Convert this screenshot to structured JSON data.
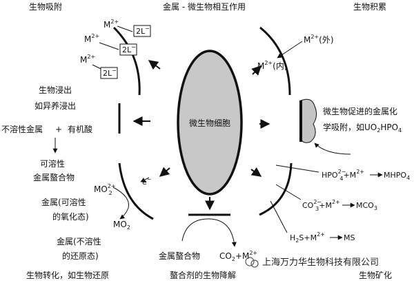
{
  "diagram": {
    "title_top_left": "生物吸附",
    "title_top_center": "金属 - 微生物相互作用",
    "title_top_right": "生物积累",
    "title_bottom_left": "生物转化，如生物还原",
    "title_bottom_center": "螯合剂的生物降解",
    "title_bottom_right": "生物矿化",
    "cell_label": "微生物细胞",
    "biosorption": {
      "m_label": "M",
      "charge": "2+",
      "ligand_box": "2L",
      "ligand_charge": "−"
    },
    "accumulation": {
      "m_out": "(外)",
      "m_in": "(内)"
    },
    "leaching": {
      "line1": "生物浸出",
      "line2": "如异养浸出",
      "reactant1": "不溶性金属",
      "plus": "+",
      "reactant2": "有机酸",
      "product_line1": "可溶性",
      "product_line2": "金属螯合物"
    },
    "transformation": {
      "oxidized_line1": "金属(可溶性",
      "oxidized_line2": "的氧化态)",
      "reduced_line1": "金属(不溶性",
      "reduced_line2": "的还原态)",
      "mo2_ion": "MO",
      "mo2_ion_charge": "2+",
      "mo2_ion_sub": "2",
      "mo2": "MO",
      "mo2_sub": "2",
      "electron": "e",
      "electron_charge": "−"
    },
    "chelate": {
      "chelate_label": "金属螯合物",
      "co2": "CO",
      "co2_sub": "2",
      "co2_plus": "+M",
      "co2_charge": "2+"
    },
    "precipitation": {
      "line1": "微生物促进的金属化",
      "line2": "学吸附，如UO",
      "uo2_sub": "2",
      "hpo4_text": "HPO",
      "hpo4_sub": "4"
    },
    "mineralization": {
      "r1_left": "HPO",
      "r1_sub": "4",
      "r1_charge": "2−",
      "r1_plus": "+M",
      "r1_plus_charge": "2+",
      "r1_product": "MHPO",
      "r1_product_sub": "4",
      "r2_left": "CO",
      "r2_sub": "3",
      "r2_charge": "2−",
      "r2_plus": "+M",
      "r2_plus_charge": "2+",
      "r2_product": "MCO",
      "r2_product_sub": "3",
      "r3_left": "H",
      "r3_sub": "2",
      "r3_mid": "S+M",
      "r3_charge": "2+",
      "r3_product": "MS"
    },
    "watermark": "上海万力华生物科技有限公司"
  },
  "colors": {
    "cell_fill": "#c8c8c8",
    "precipitate_fill": "#c4c4c4",
    "stroke": "#111111"
  }
}
